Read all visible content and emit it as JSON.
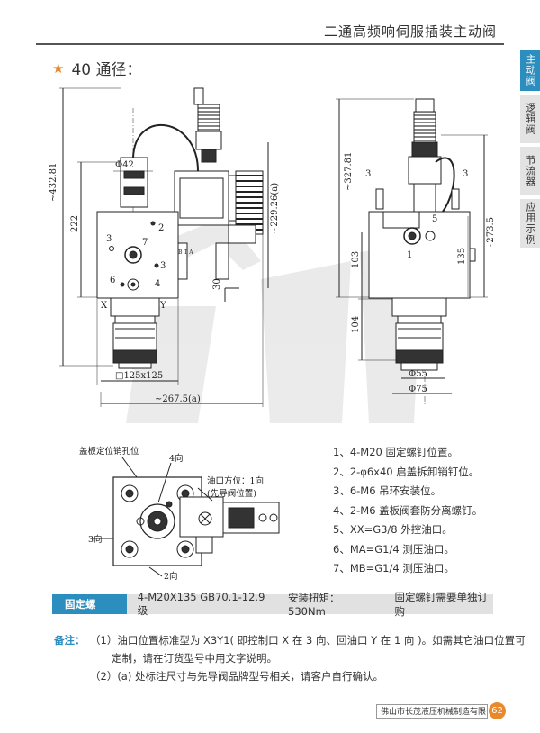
{
  "header": {
    "title": "二通高频响伺服插装主动阀"
  },
  "side_tabs": [
    {
      "label": "主动阀",
      "active": true
    },
    {
      "label": "逻辑阀",
      "active": false
    },
    {
      "label": "节流器",
      "active": false
    },
    {
      "label": "应用示例",
      "active": false
    }
  ],
  "section": {
    "star_icon": "star-icon",
    "title": "40 通径："
  },
  "front_view": {
    "dim_height_total": "~432.81",
    "dim_height_body": "222",
    "dim_phi": "Φ42",
    "dim_right": "~229.26(a)",
    "dim_30": "30",
    "dim_square": "□125x125",
    "dim_width": "~267.5(a)",
    "port_x": "X",
    "port_y": "Y",
    "callouts": [
      "3",
      "7",
      "3",
      "6",
      "4",
      "2"
    ],
    "plate_text": "B T A"
  },
  "side_view": {
    "dim_height_total": "~327.81",
    "dim_height_273": "~273.5",
    "dim_135": "135",
    "dim_103": "103",
    "dim_104": "104",
    "dim_phi55": "Φ55",
    "dim_phi75": "Φ75",
    "callouts": [
      "3",
      "3",
      "5",
      "1"
    ]
  },
  "top_view": {
    "label_pin": "盖板定位销孔位",
    "label_4dir": "4向",
    "label_oil_port": "油口方位：1向",
    "label_pilot": "(先导阀位置)",
    "label_3dir": "3向",
    "label_2dir": "2向"
  },
  "notes": [
    "1、4-M20 固定螺钉位置。",
    "2、2-φ6x40 启盖拆卸销钉位。",
    "3、6-M6 吊环安装位。",
    "4、2-M6 盖板阀套防分离螺钉。",
    "5、XX=G3/8 外控油口。",
    "6、MA=G1/4 测压油口。",
    "7、MB=G1/4 测压油口。"
  ],
  "bolt_bar": {
    "label": "固定螺栓：",
    "spec": "4-M20X135  GB70.1-12.9 级",
    "torque": "安装扭矩：530Nm",
    "note": "固定螺钉需要单独订购"
  },
  "remarks": {
    "label": "备注：",
    "line1": "（1）油口位置标准型为 X3Y1( 即控制口 X 在 3 向、回油口 Y 在 1 向 )。如需其它油口位置可",
    "line1b": "定制，请在订货型号中用文字说明。",
    "line2": "（2）(a) 处标注尺寸与先导阀品牌型号相关，请客户自行确认。"
  },
  "footer": {
    "company": "佛山市长茂液压机械制造有限公司",
    "page": "62"
  },
  "colors": {
    "accent_blue": "#2c8dbf",
    "accent_orange": "#e8892c"
  }
}
